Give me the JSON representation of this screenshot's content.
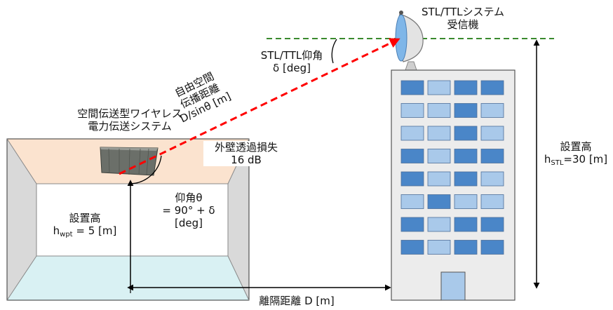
{
  "labels": {
    "receiver": [
      "STL/TTLシステム",
      "受信機"
    ],
    "elevation_receiver": [
      "STL/TTL仰角",
      "δ [deg]"
    ],
    "path": [
      "自由空間",
      "伝播距離",
      "D/sinθ [m]"
    ],
    "transmitter": [
      "空間伝送型ワイヤレス",
      "電力伝送システム"
    ],
    "wall_loss": [
      "外壁透過損失",
      "16 dB"
    ],
    "elevation_theta": [
      "仰角θ",
      "= 90° + δ",
      "[deg]"
    ],
    "height_wpt": {
      "title": "設置高",
      "prefix": "h",
      "sub": "wpt",
      "suffix": " = 5 [m]"
    },
    "height_stl": {
      "title": "設置高",
      "prefix": "h",
      "sub": "STL",
      "suffix": "=30 [m]"
    },
    "distance": "離隔距離 D [m]"
  },
  "colors": {
    "ceiling": "#fbe3cf",
    "floor": "#d9f1f3",
    "wall": "#d9d9d9",
    "building": "#ececec",
    "window_dark": "#4a86c8",
    "window_light": "#a9c9ea",
    "beam": "#ff0000",
    "horizon": "#3a8a2e"
  }
}
